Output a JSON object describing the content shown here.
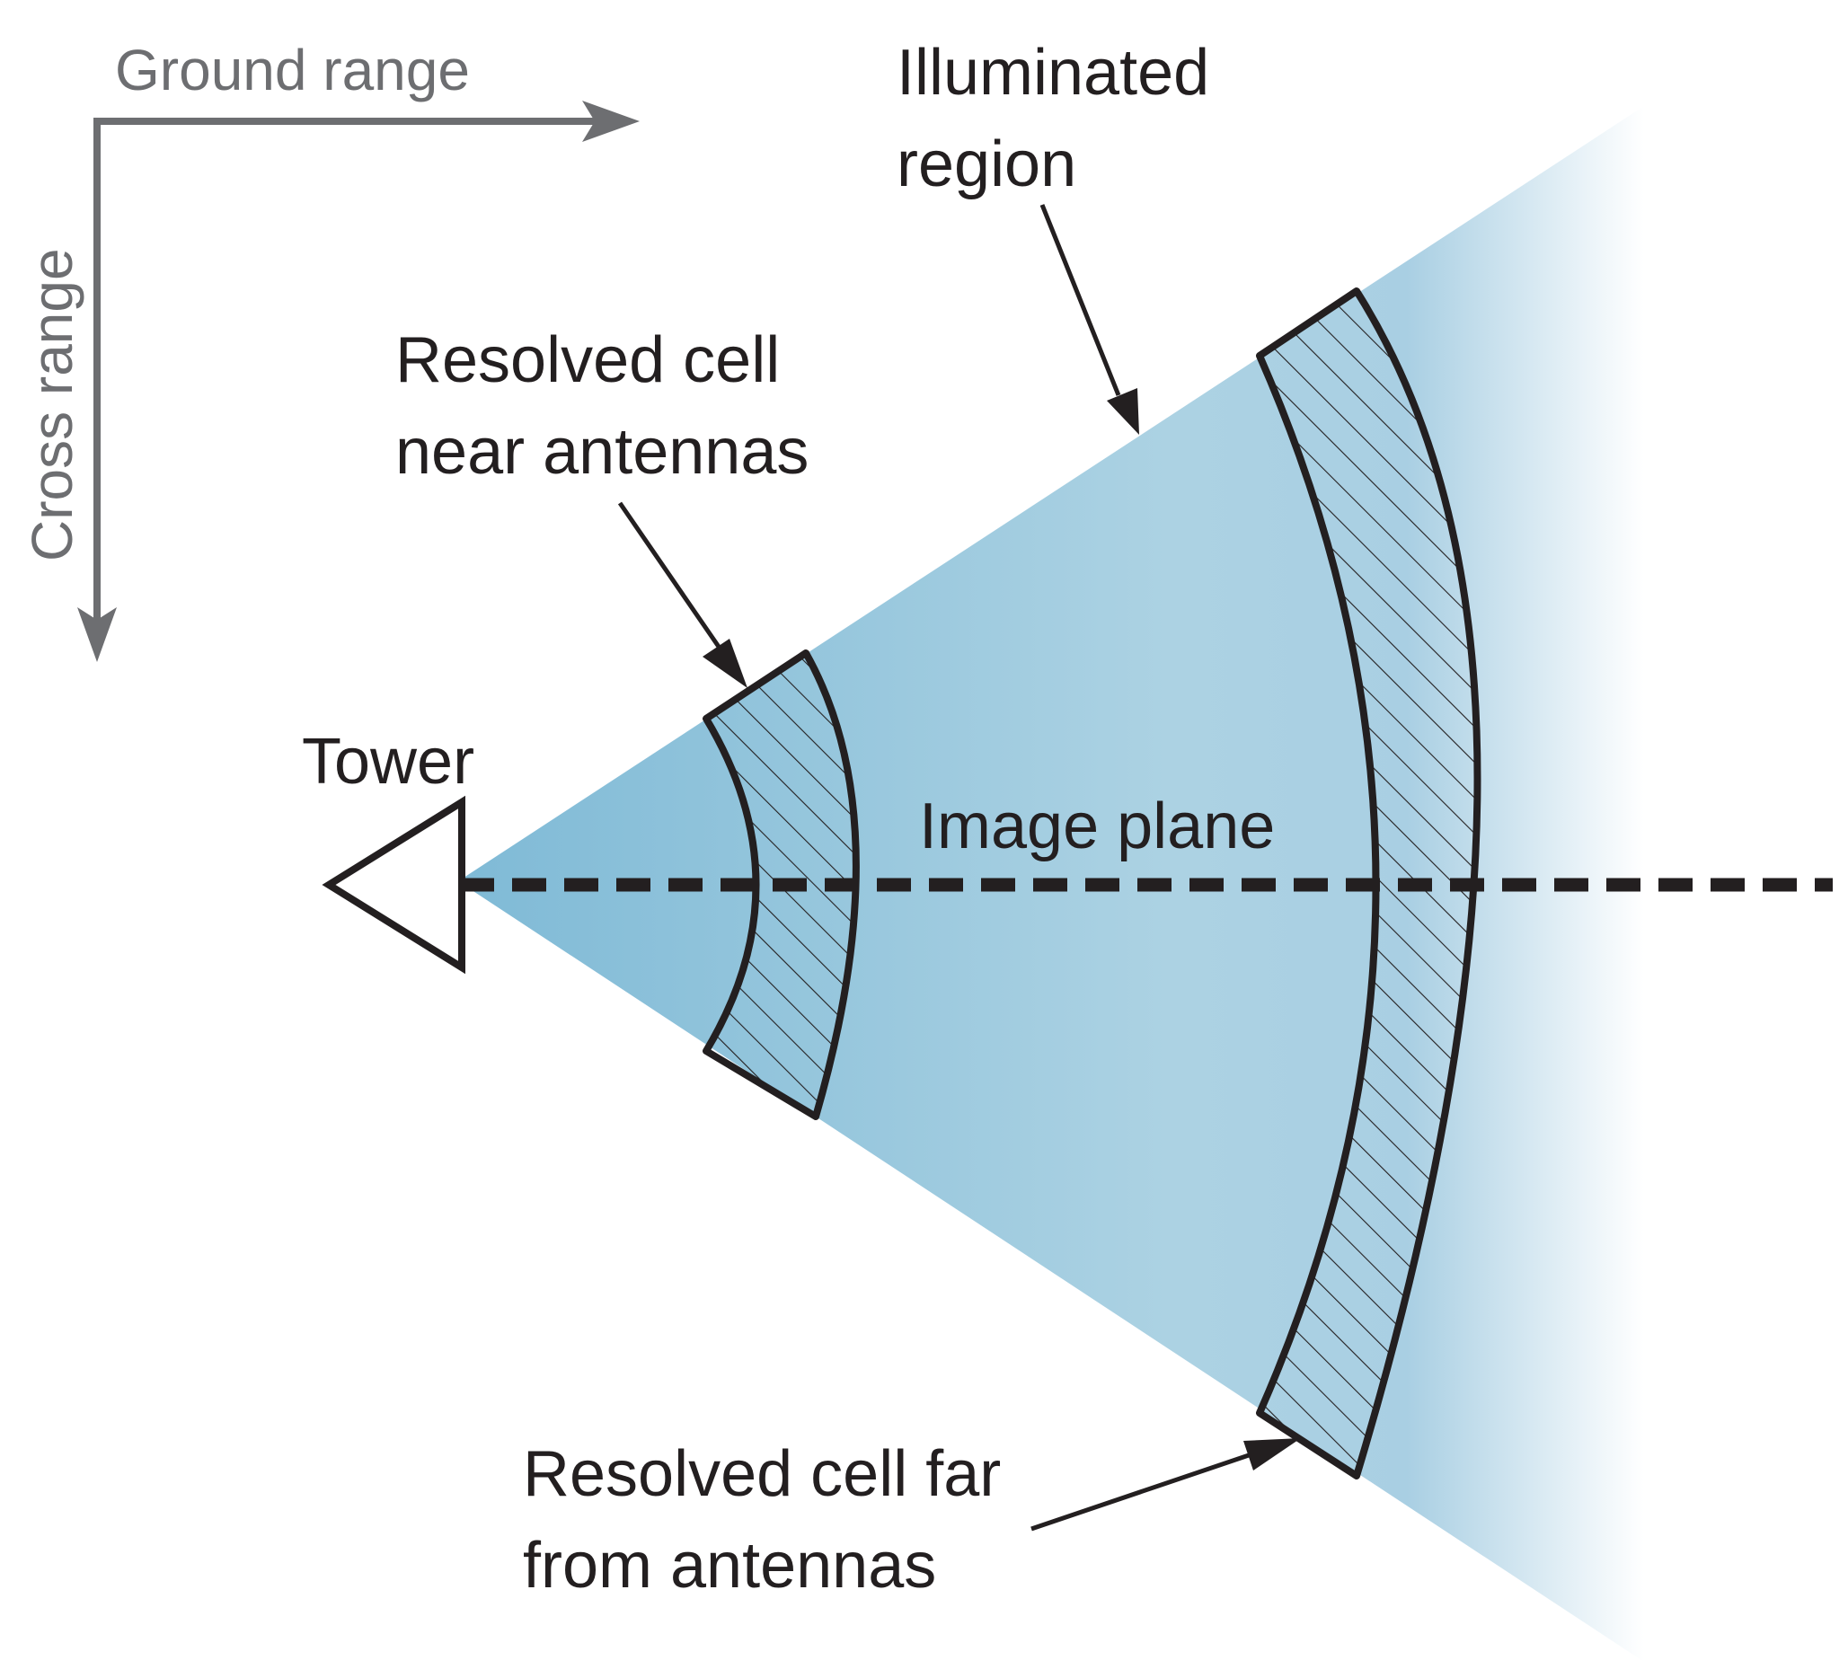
{
  "labels": {
    "ground_range": "Ground range",
    "cross_range": "Cross range",
    "illuminated_line1": "Illuminated",
    "illuminated_line2": "region",
    "near_line1": "Resolved cell",
    "near_line2": "near antennas",
    "tower": "Tower",
    "image_plane": "Image plane",
    "far_line1": "Resolved cell far",
    "far_line2": "from antennas"
  },
  "colors": {
    "beam_start": "#7fbad6",
    "beam_mid": "#aed3e4",
    "beam_end": "#ffffff",
    "axis_gray": "#6d6e71",
    "ink": "#231f20"
  }
}
